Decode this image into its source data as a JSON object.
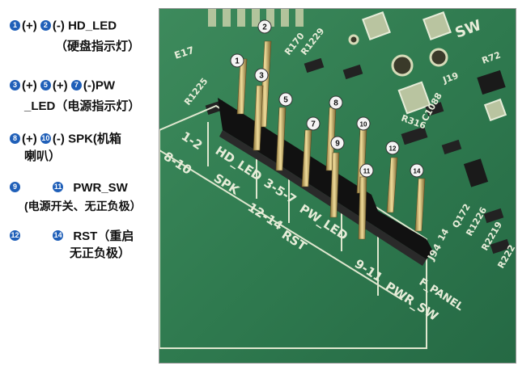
{
  "legend": {
    "hd_led": {
      "n1": "1",
      "p1": "(+)",
      "n2": "2",
      "p2": "(-)",
      "label": " HD_LED",
      "sub": "（硬盘指示灯）"
    },
    "pw_led": {
      "n1": "3",
      "p1": "(+)",
      "n2": "5",
      "p2": "(+)",
      "n3": "7",
      "p3": "(-)PW",
      "label": "_LED（电源指示灯）"
    },
    "spk": {
      "n1": "8",
      "p1": "(+)",
      "n2": "10",
      "p2": "(-)",
      "label": " SPK(机箱",
      "sub": "喇叭）"
    },
    "pwr_sw": {
      "n1": "9",
      "n2": "11",
      "label": "PWR_SW",
      "sub": "(电源开关、无正负极）"
    },
    "rst": {
      "n1": "12",
      "n2": "14",
      "label": "RST（重启",
      "sub": "无正负极）"
    }
  },
  "board": {
    "silk": {
      "e17": "E17",
      "r1225": "R1225",
      "r229": "R1229",
      "r170": "R170",
      "pin_1_2": "1-2",
      "pin_8_10": "8-10",
      "hd_led": "HD_LED",
      "spk": "SPK",
      "pin_3_5_7": "3-5-7",
      "pin_12_14": "12-14",
      "pw_led": "PW_LED",
      "rst": "RST",
      "pin_9_11": "9-11",
      "pwr_sw": "PWR_SW",
      "f_panel": "F_PANEL",
      "j94": "J94",
      "r316": "R316",
      "c1088": "C1088",
      "j19": "J19",
      "r72": "R72",
      "q172": "Q172",
      "r1226": "R1226",
      "r2219": "R2219",
      "r222": "R222",
      "sw": "SW",
      "n14": "14"
    },
    "pins": [
      "1",
      "2",
      "3",
      "5",
      "7",
      "8",
      "9",
      "10",
      "11",
      "12",
      "14"
    ]
  },
  "colors": {
    "pcb": "#2f7a4f",
    "silk": "#e6ecd8",
    "badge": "#1f5fb8",
    "header": "#1b1b1b",
    "pin": "#c9b06a"
  }
}
